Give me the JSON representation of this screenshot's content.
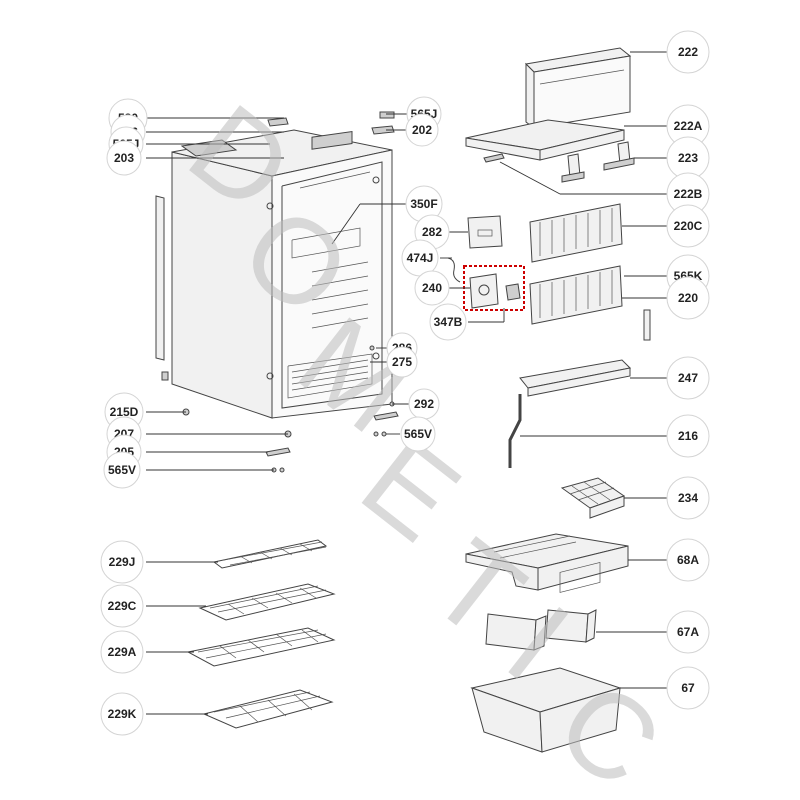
{
  "colors": {
    "highlight": "#cc0000",
    "watermark": "#bdbdbd",
    "circle_border": "#d4d4d4"
  },
  "watermark": {
    "letters": [
      "D",
      "O",
      "M",
      "E",
      "T",
      "I",
      "C"
    ]
  },
  "labels": {
    "l222": "222",
    "l222A": "222A",
    "l223": "223",
    "l222B": "222B",
    "l520": "520",
    "l206": "206",
    "l565J_a": "565J",
    "l203": "203",
    "l565J_b": "565J",
    "l202": "202",
    "l350F": "350F",
    "l282": "282",
    "l220C": "220C",
    "l474J": "474J",
    "l565K": "565K",
    "l240": "240",
    "l220": "220",
    "l347B": "347B",
    "l286": "286",
    "l275": "275",
    "l247": "247",
    "l215D": "215D",
    "l292": "292",
    "l207": "207",
    "l565V_a": "565V",
    "l205": "205",
    "l565V_b": "565V",
    "l216": "216",
    "l234": "234",
    "l229J": "229J",
    "l68A": "68A",
    "l229C": "229C",
    "l67A": "67A",
    "l229A": "229A",
    "l67": "67",
    "l229K": "229K"
  }
}
